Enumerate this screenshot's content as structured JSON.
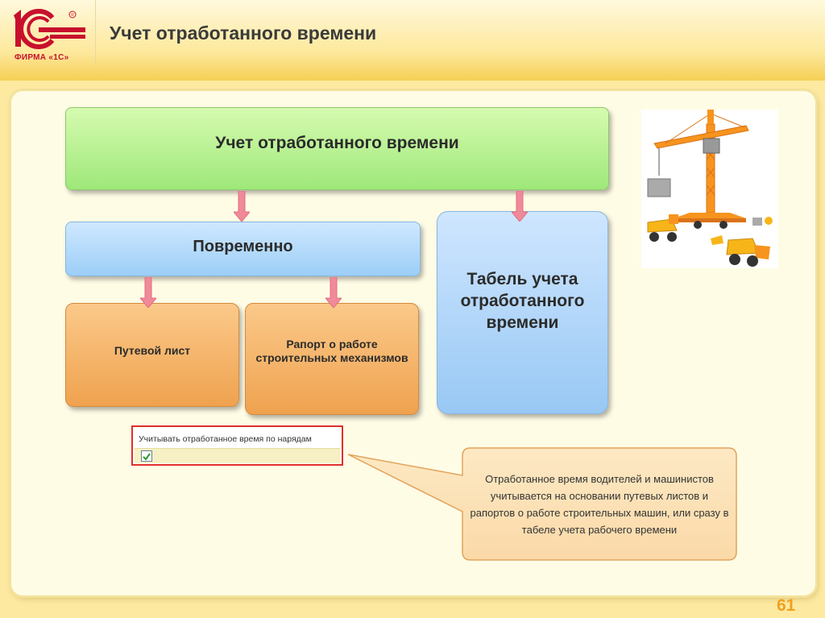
{
  "header": {
    "logo_mark": "1С",
    "logo_brand": "ФИРМА «1С»",
    "title": "Учет отработанного времени"
  },
  "diagram": {
    "root": "Учет отработанного времени",
    "left_branch": "Повременно",
    "right_branch": "Табель учета отработанного времени",
    "leaf_1": "Путевой лист",
    "leaf_2": "Рапорт о работе строительных механизмов"
  },
  "setting": {
    "label": "Учитывать отработанное время по нарядам",
    "checked": true
  },
  "callout": {
    "text": "Отработанное время водителей и машинистов учитывается на основании путевых листов и рапортов о работе строительных машин, или сразу в табеле учета рабочего времени"
  },
  "footer": {
    "page_number": "61"
  },
  "colors": {
    "brand_red": "#c8102e",
    "root_box": "#9ee87a",
    "blue_box": "#9ccef7",
    "orange_box": "#efa24f",
    "arrow": "#f08a9a",
    "page_number": "#f0a020"
  }
}
